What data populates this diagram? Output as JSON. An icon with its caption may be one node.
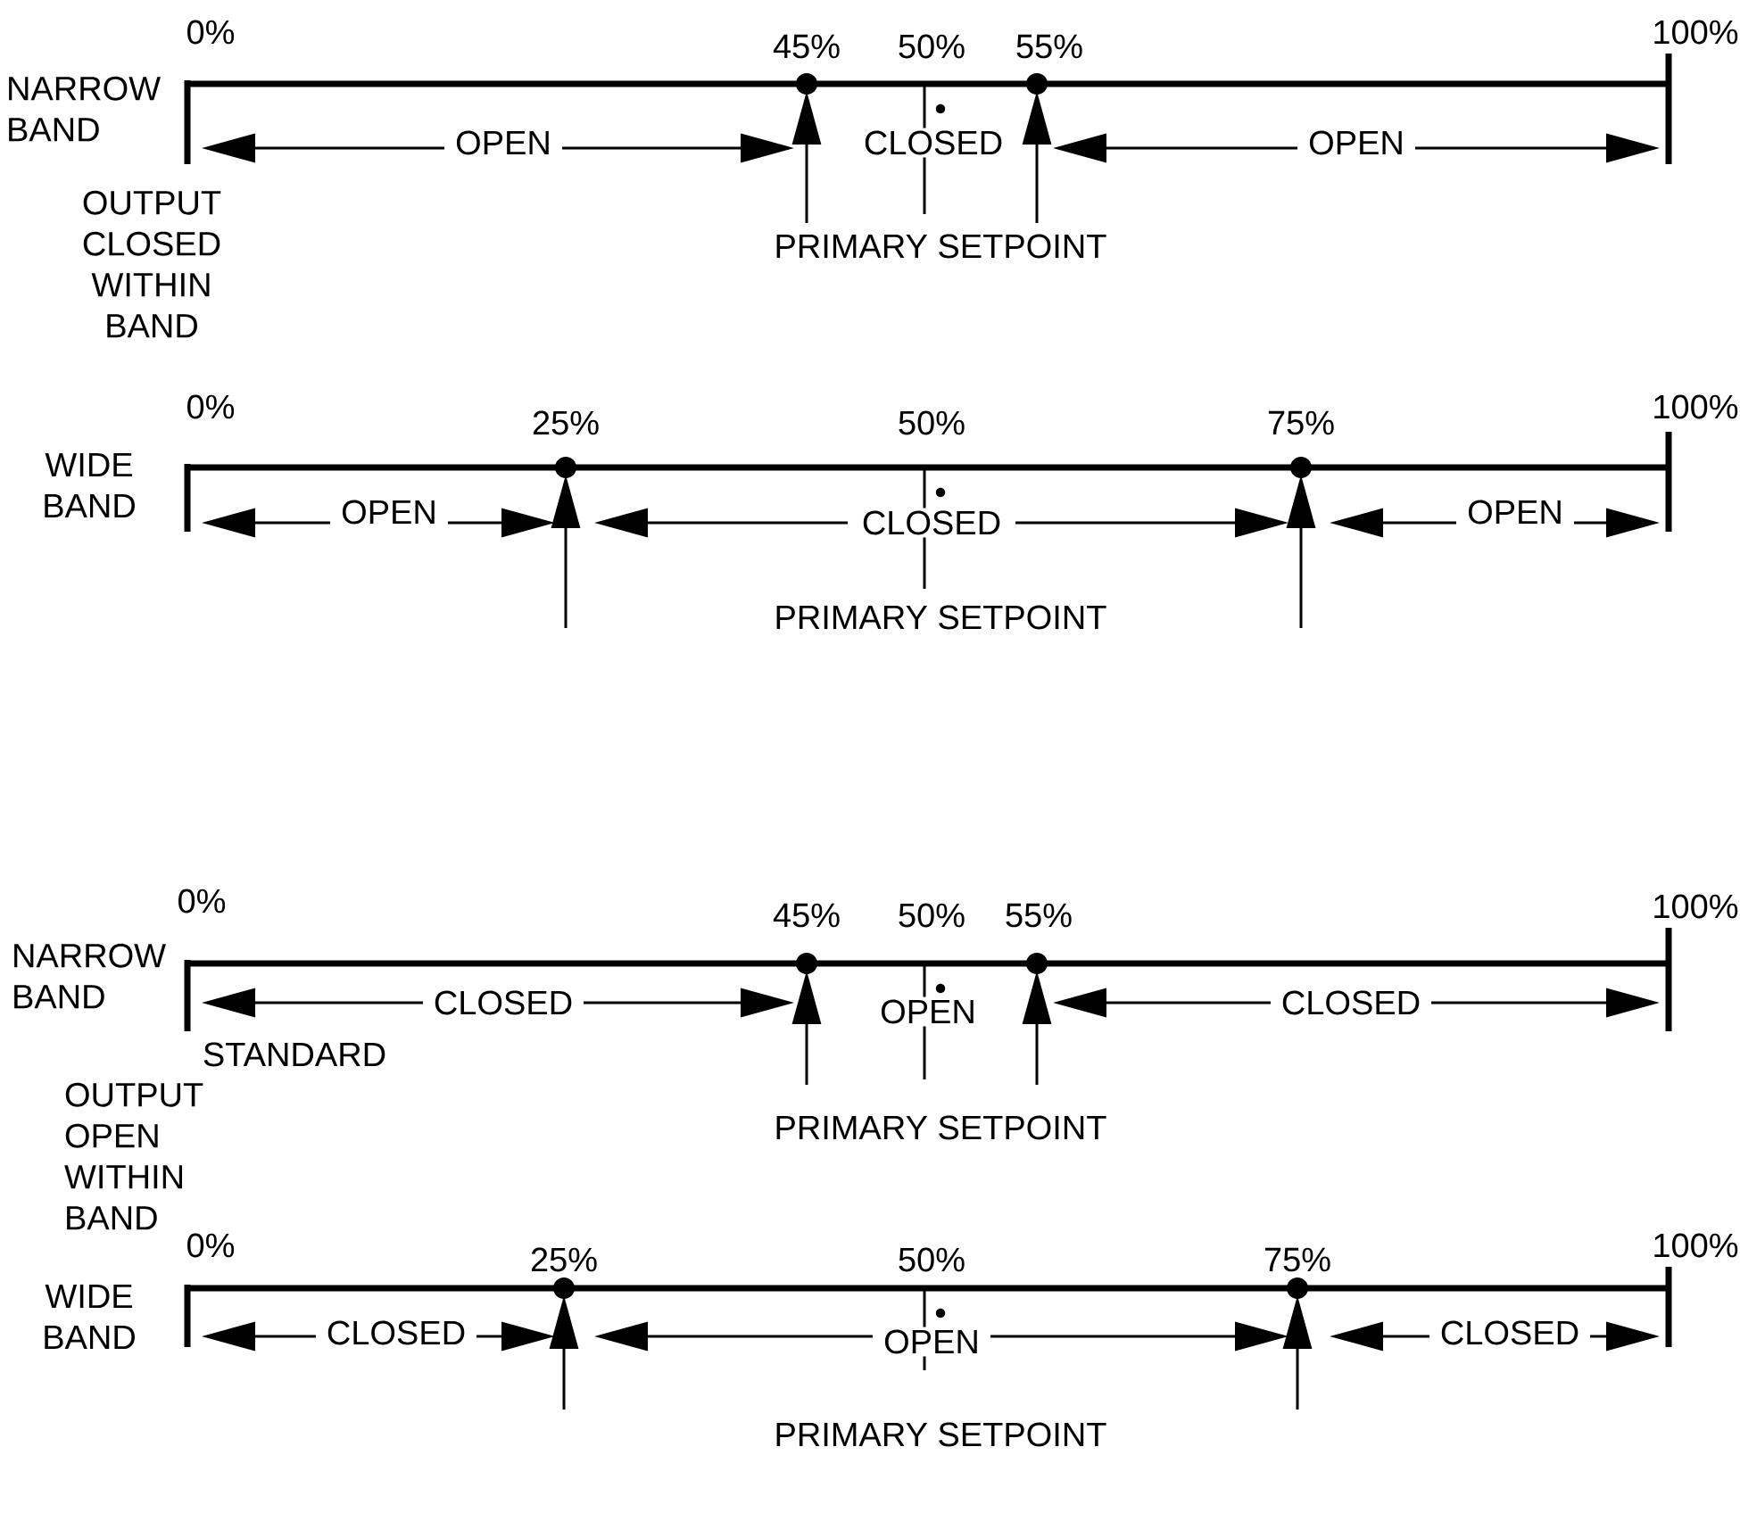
{
  "diagram": {
    "labels": [
      "0%",
      "45%",
      "50%",
      "55%",
      "100%",
      "NARROW BAND",
      "OPEN",
      "CLOSED",
      "OPEN",
      "OUTPUT CLOSED WITHIN BAND",
      "PRIMARY SETPOINT",
      "0%",
      "25%",
      "50%",
      "75%",
      "100%",
      "WIDE BAND",
      "OPEN",
      "CLOSED",
      "OPEN",
      "PRIMARY SETPOINT",
      "0%",
      "45%",
      "50%",
      "55%",
      "100%",
      "NARROW BAND",
      "CLOSED",
      "OPEN",
      "CLOSED",
      "STANDARD",
      "OUTPUT OPEN WITHIN BAND",
      "PRIMARY SETPOINT",
      "0%",
      "25%",
      "50%",
      "75%",
      "100%",
      "WIDE BAND",
      "CLOSED",
      "OPEN",
      "CLOSED",
      "PRIMARY SETPOINT"
    ]
  }
}
